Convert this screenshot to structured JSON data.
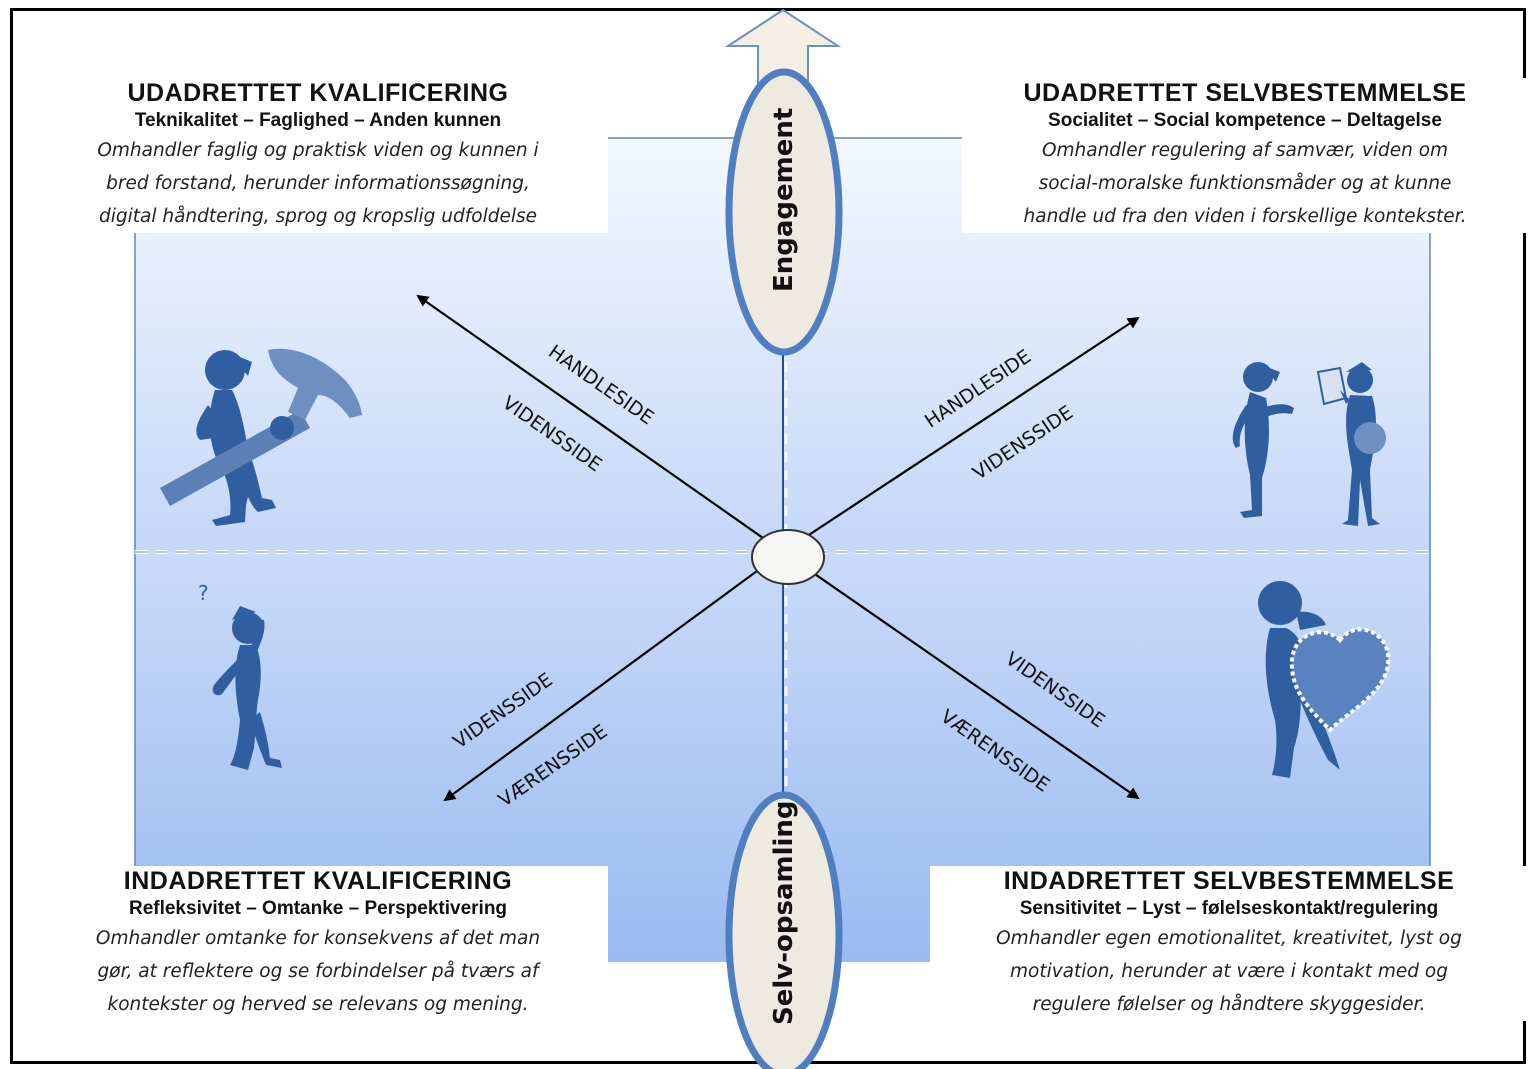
{
  "quadrants": {
    "top_left": {
      "title": "UDADRETTET KVALIFICERING",
      "subtitle": "Teknikalitet – Faglighed – Anden kunnen",
      "desc_lines": [
        "Omhandler faglig og praktisk viden og kunnen i",
        "bred forstand, herunder informationssøgning,",
        "digital håndtering, sprog og kropslig udfoldelse"
      ]
    },
    "top_right": {
      "title": "UDADRETTET SELVBESTEMMELSE",
      "subtitle": "Socialitet – Social kompetence – Deltagelse",
      "desc_lines": [
        "Omhandler regulering af samvær, viden om",
        "social-moralske funktionsmåder og at kunne",
        "handle ud fra den viden i forskellige kontekster."
      ]
    },
    "bottom_left": {
      "title": "INDADRETTET KVALIFICERING",
      "subtitle": "Refleksivitet – Omtanke – Perspektivering",
      "desc_lines": [
        "Omhandler omtanke for konsekvens af det man",
        "gør, at reflektere og se forbindelser på tværs af",
        "kontekster og herved se relevans og mening."
      ]
    },
    "bottom_right": {
      "title": "INDADRETTET SELVBESTEMMELSE",
      "subtitle": "Sensitivitet – Lyst – følelseskontakt/regulering",
      "desc_lines": [
        "Omhandler egen emotionalitet, kreativitet, lyst og",
        "motivation, herunder at være i kontakt med og",
        "regulere følelser og håndtere skyggesider."
      ]
    }
  },
  "vertical_axis": {
    "top": "Engagement",
    "bottom": "Selv-opsamling"
  },
  "diagonal_labels": {
    "top_left_upper": "HANDLESIDE",
    "top_left_lower": "VIDENSSIDE",
    "top_right_upper": "HANDLESIDE",
    "top_right_lower": "VIDENSSIDE",
    "bottom_left_upper": "VIDENSSIDE",
    "bottom_left_lower": "VÆRENSSIDE",
    "bottom_right_upper": "VIDENSSIDE",
    "bottom_right_lower": "VÆRENSSIDE"
  },
  "icons": {
    "top_left": "person-with-hammer-icon",
    "top_right": "two-people-talking-icon",
    "bottom_left": "thinking-person-icon",
    "bottom_right": "person-with-heart-icon"
  },
  "colors": {
    "panel_light": "#eaf1fd",
    "panel_dark": "#9dbcf0",
    "figure_blue": "#2f5fa0",
    "ellipse_fill": "#eeeadf",
    "ellipse_stroke": "#4f7fc0"
  }
}
